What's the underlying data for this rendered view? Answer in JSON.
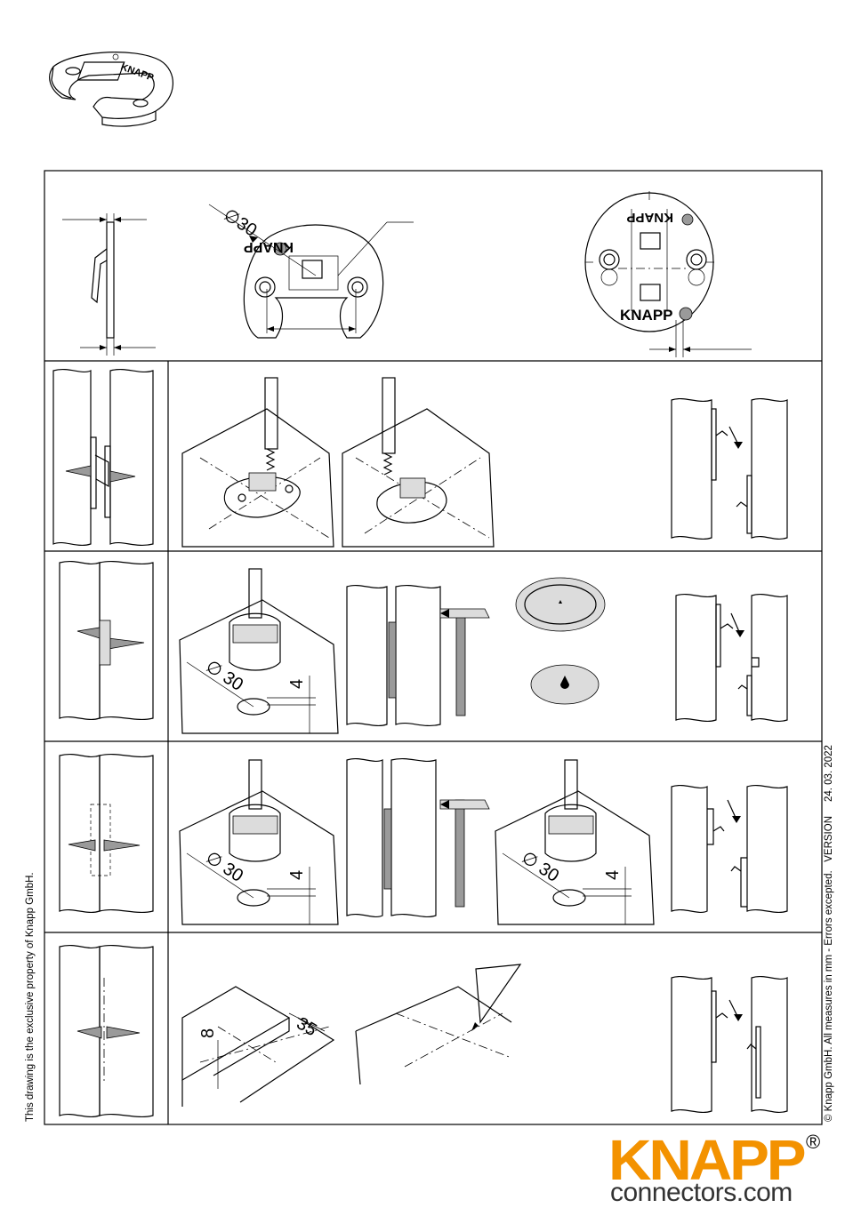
{
  "dimensions": {
    "diameter_top": "∅30",
    "diameter_row3": "∅ 30",
    "depth_row3": "4",
    "diameter_row4a": "∅ 30",
    "depth_row4a": "4",
    "diameter_row4b": "∅ 30",
    "depth_row4b": "4",
    "offset_row5": "8",
    "distance_row5": "35"
  },
  "stamp_text": "KNAPP",
  "stamp_mirrored": "KNAPP",
  "side_left_text": "This drawing is the exclusive property of Knapp GmbH.",
  "side_right_text": "© Knapp GmbH. All measures in mm - Errors excepted.   VERSION     24. 03. 2022",
  "logo": {
    "brand": "KNAPP",
    "registered": "®",
    "url": "connectors.com",
    "color": "#f39200"
  }
}
